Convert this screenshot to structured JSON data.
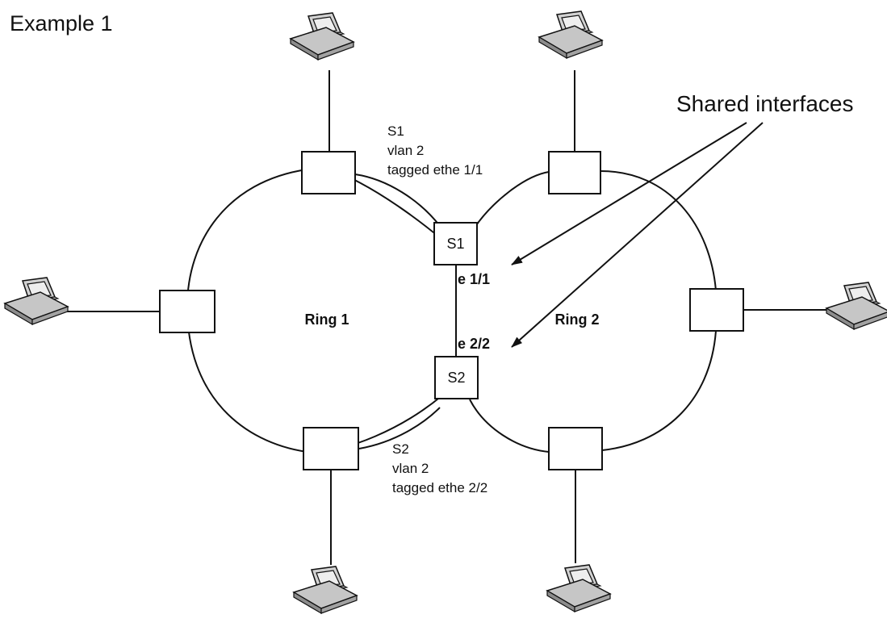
{
  "title": "Example 1",
  "callout": "Shared interfaces",
  "rings": [
    {
      "label": "Ring 1"
    },
    {
      "label": "Ring 2"
    }
  ],
  "switches": [
    {
      "label": "S1"
    },
    {
      "label": "S2"
    }
  ],
  "ports": [
    {
      "label": "e 1/1"
    },
    {
      "label": "e 2/2"
    }
  ],
  "notes": {
    "s1": [
      "S1",
      "vlan 2",
      "tagged ethe 1/1"
    ],
    "s2": [
      "S2",
      "vlan 2",
      "tagged ethe 2/2"
    ]
  },
  "icons": {
    "computer": "computer-icon",
    "node": "switch-node",
    "arrow": "arrow"
  },
  "colors": {
    "line": "#111111",
    "background": "#ffffff"
  }
}
